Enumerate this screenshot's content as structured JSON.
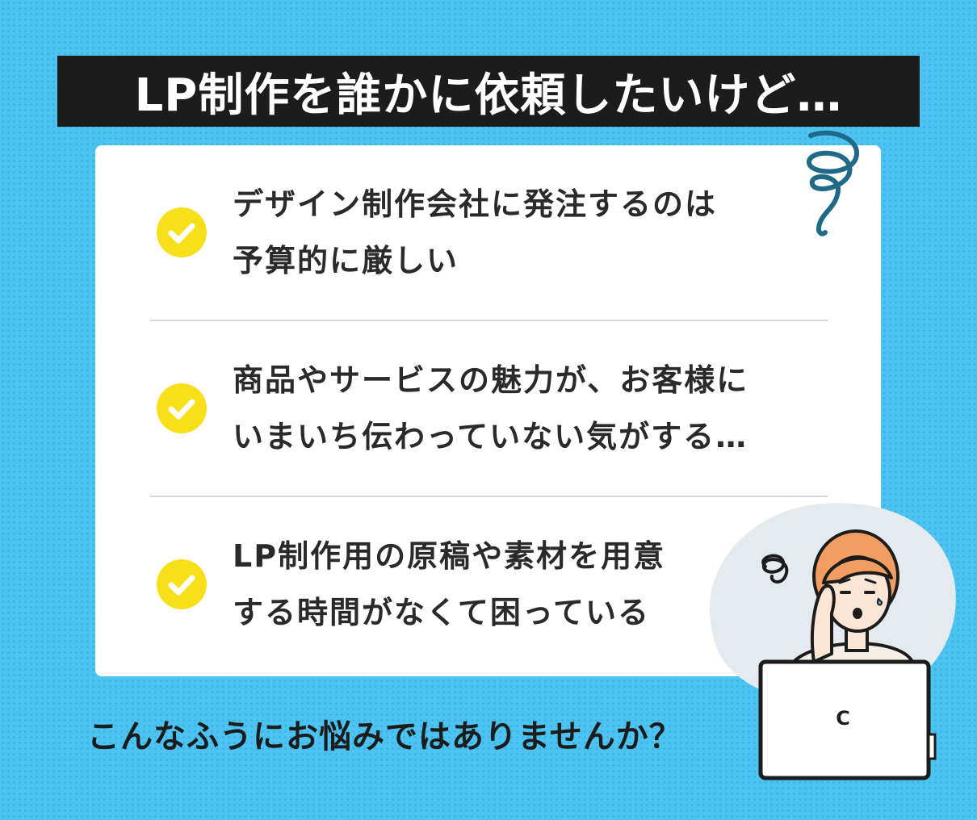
{
  "header": {
    "title": "LP制作を誰かに依頼したいけど…"
  },
  "items": [
    {
      "line1": "デザイン制作会社に発注するのは",
      "line2": "予算的に厳しい"
    },
    {
      "line1": "商品やサービスの魅力が、お客様に",
      "line2": "いまいち伝わっていない気がする…"
    },
    {
      "line1": "LP制作用の原稿や素材を用意",
      "line2": "する時間がなくて困っている"
    }
  ],
  "footer": {
    "question": "こんなふうにお悩みではありませんか？"
  },
  "illustration": {
    "laptop_logo": "C"
  },
  "colors": {
    "background": "#4cc3f0",
    "title_bar": "#1c1c1c",
    "check": "#f7df1a",
    "swirl": "#1f6a86",
    "hair": "#f29d62"
  },
  "icons": [
    "check-icon",
    "swirl-icon",
    "worried-person-illustration",
    "laptop-icon"
  ]
}
